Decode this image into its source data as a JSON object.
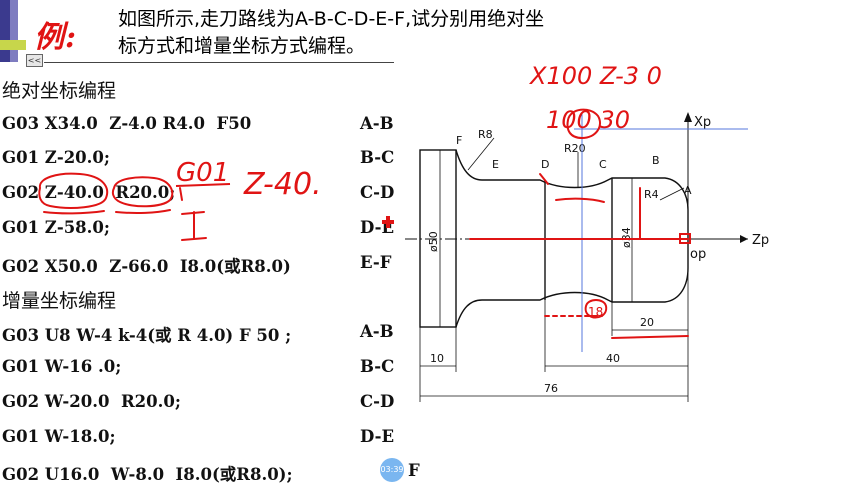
{
  "header": {
    "example_label": "例:",
    "problem_line1": "如图所示,走刀路线为A-B-C-D-E-F,试分别用绝对坐",
    "problem_line2": "标方式和增量坐标方式编程。",
    "nav_button": "<<"
  },
  "absolute": {
    "heading": "绝对坐标编程",
    "lines": [
      {
        "code": "G03 X34.0  Z-4.0 R4.0  F50",
        "seg": "A-B"
      },
      {
        "code": "G01 Z-20.0;",
        "seg": "B-C"
      },
      {
        "code": "G02 Z-40.0  R20.0;",
        "seg": "C-D"
      },
      {
        "code": "G01 Z-58.0;",
        "seg": "D-E"
      },
      {
        "code": "G02 X50.0  Z-66.0  I8.0(或R8.0)",
        "seg": "E-F"
      }
    ]
  },
  "incremental": {
    "heading": "增量坐标编程",
    "lines": [
      {
        "code": "G03 U8 W-4 k-4(或 R 4.0) F 50 ;",
        "seg": "A-B"
      },
      {
        "code": "G01 W-16 .0;",
        "seg": "B-C"
      },
      {
        "code": "G02 W-20.0  R20.0;",
        "seg": "C-D"
      },
      {
        "code": "G01 W-18.0;",
        "seg": "D-E"
      },
      {
        "code": "G02 U16.0  W-8.0  I8.0(或R8.0);",
        "seg": "F"
      }
    ]
  },
  "timer": "03:39",
  "drawing": {
    "points": {
      "A": "A",
      "B": "B",
      "C": "C",
      "D": "D",
      "E": "E",
      "F": "F"
    },
    "axis_x": "Xp",
    "axis_z": "Zp",
    "origin": "op",
    "radius_labels": {
      "r8": "R8",
      "r20": "R20",
      "r4": "R4"
    },
    "diameter_labels": {
      "d50": "ø50",
      "d34": "ø34"
    },
    "dims": {
      "d10": "10",
      "d20": "20",
      "d40": "40",
      "d76": "76"
    },
    "annotations": {
      "line1": "X100  Z-3 0",
      "line2": "100  30",
      "g01": "G01",
      "z40": "Z-40.",
      "mark_18": "18"
    },
    "colors": {
      "ink": "#111111",
      "annotation": "#e01414",
      "guide": "#5577dd"
    }
  }
}
